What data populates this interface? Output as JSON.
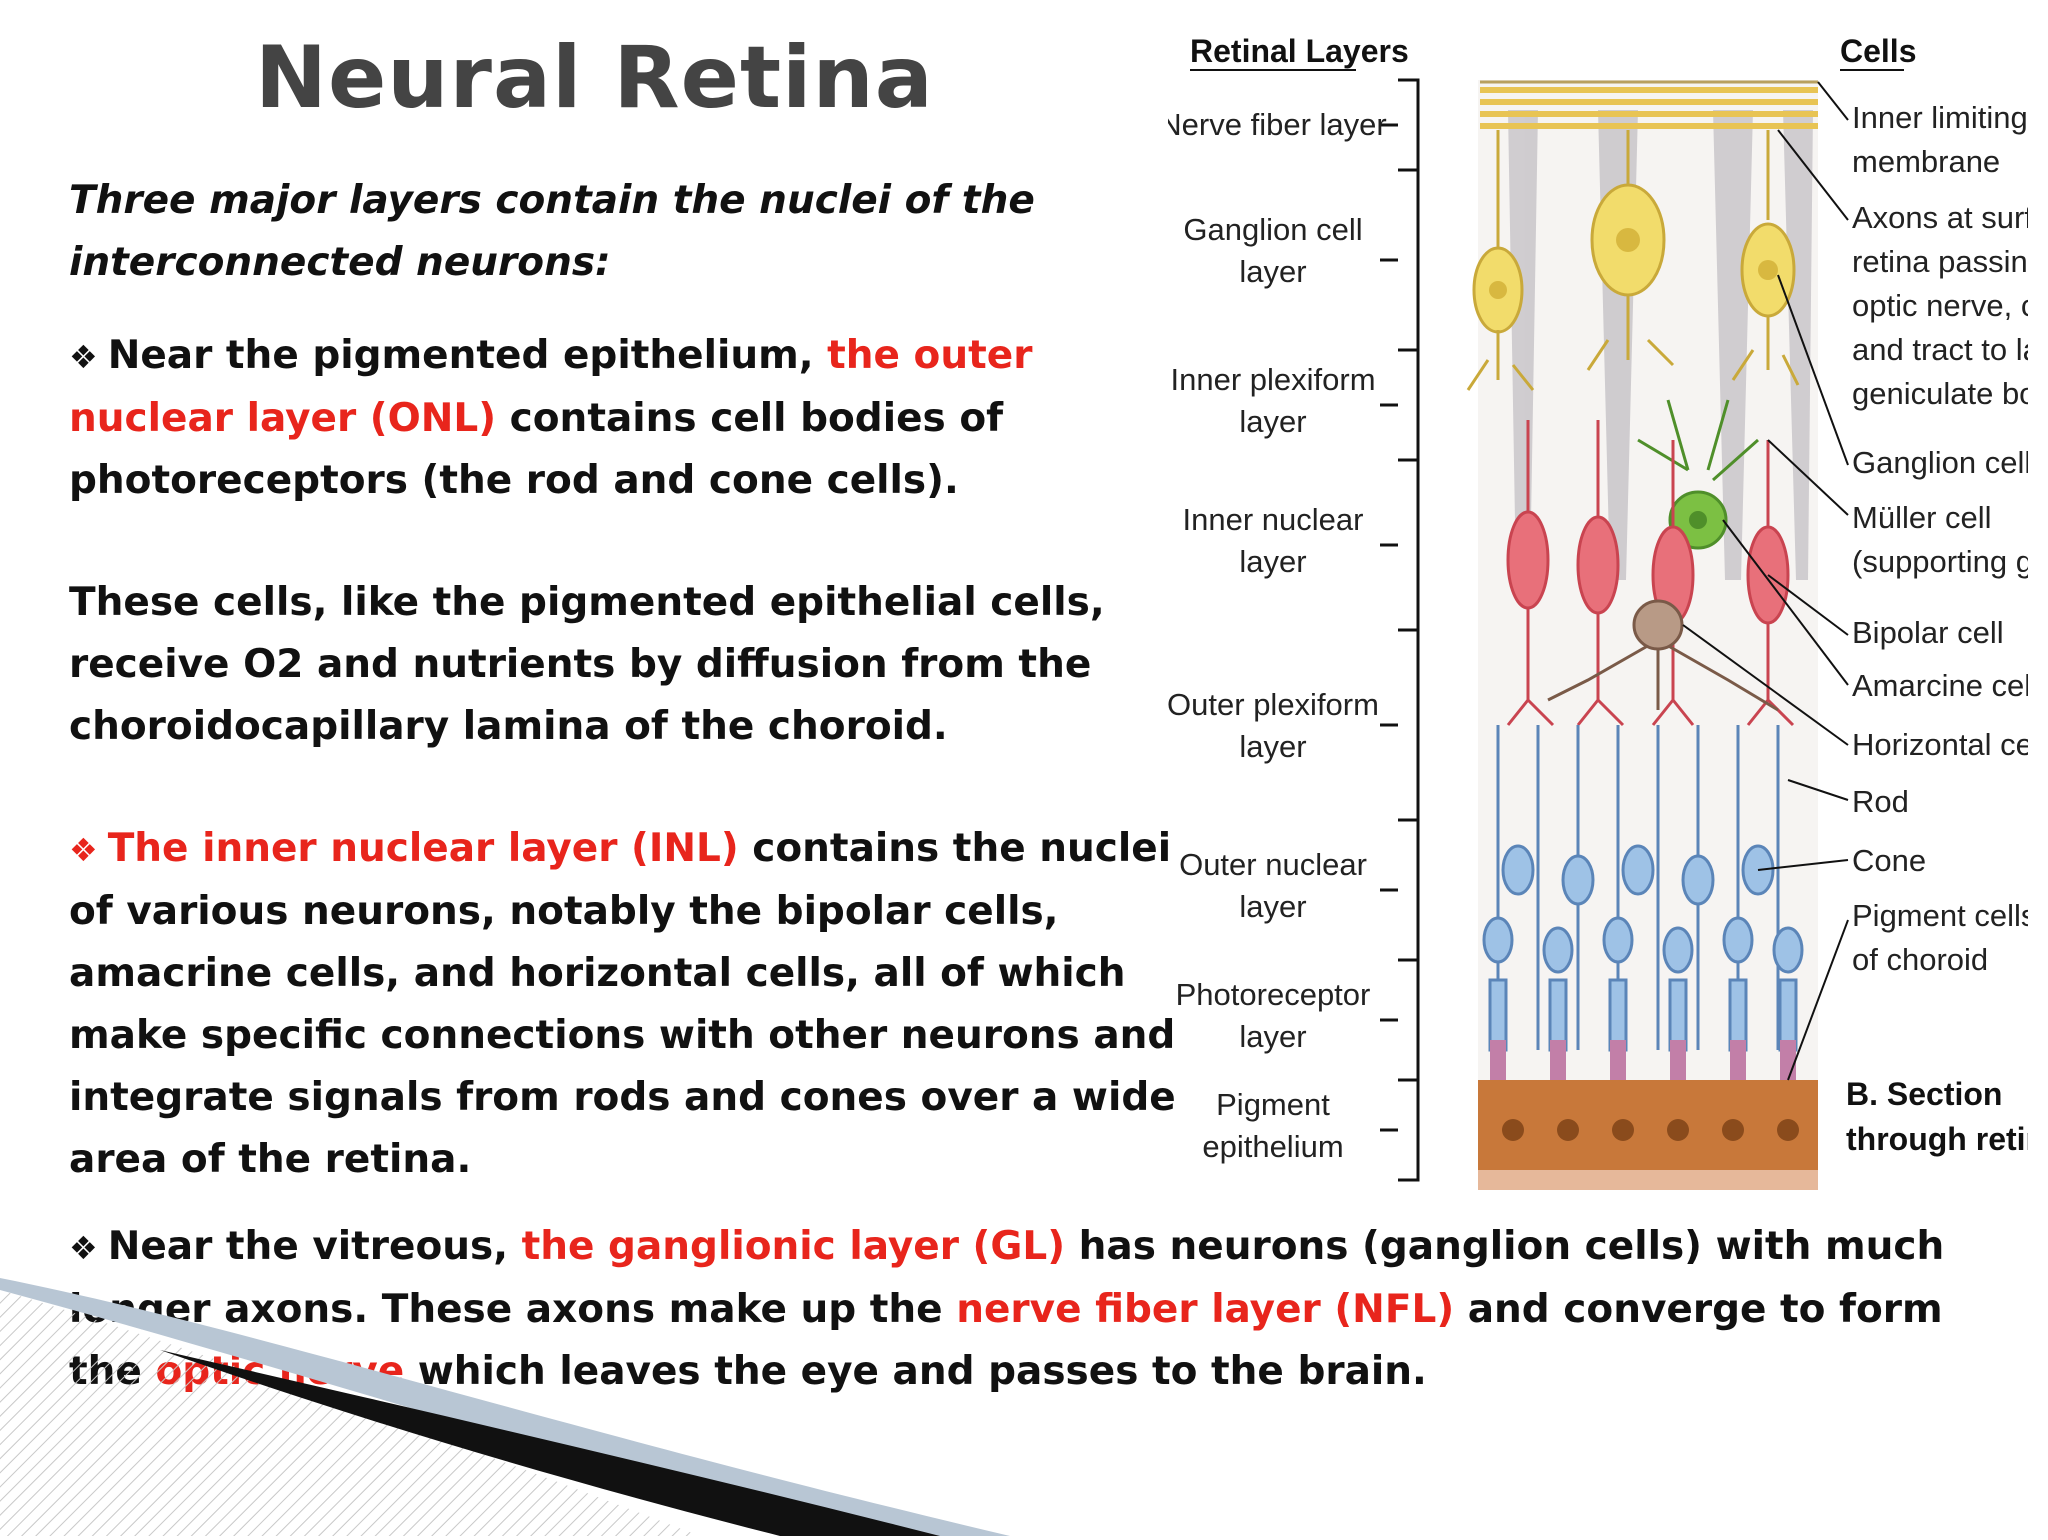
{
  "slide": {
    "title": "Neural Retina",
    "intro": "Three major layers contain the nuclei of the interconnected neurons:",
    "bullet_symbol": "❖",
    "p1": {
      "a": "Near the pigmented epithelium, ",
      "b": "the outer nuclear layer (ONL)",
      "c": " contains cell bodies of photoreceptors (the rod and cone cells)."
    },
    "p2": "These cells, like the pigmented epithelial cells, receive O2 and nutrients by diffusion from the choroidocapillary lamina of the choroid.",
    "p3": {
      "b": "The inner nuclear layer (INL)",
      "c": " contains the nuclei of various neurons, notably the bipolar cells, amacrine cells, and horizontal cells, all of which make specific connections with other neurons and integrate signals from rods and cones over a wide area of the retina."
    },
    "p4": {
      "a": "Near the vitreous, ",
      "b": "the ganglionic layer (GL)",
      "c": " has neurons (ganglion cells) with much longer axons. These axons make up the ",
      "d": "nerve fiber layer (NFL)",
      "e": " and converge to form the ",
      "f": "optic nerve",
      "g": " which leaves the eye and passes to the brain."
    }
  },
  "figure": {
    "left_heading": "Retinal Layers",
    "right_heading": "Cells",
    "layers": [
      [
        "Nerve fiber layer"
      ],
      [
        "Ganglion cell",
        "layer"
      ],
      [
        "Inner plexiform",
        "layer"
      ],
      [
        "Inner nuclear",
        "layer"
      ],
      [
        "Outer plexiform",
        "layer"
      ],
      [
        "Outer nuclear",
        "layer"
      ],
      [
        "Photoreceptor",
        "layer"
      ],
      [
        "Pigment",
        "epithelium"
      ]
    ],
    "cells": [
      [
        "Inner limiting",
        "membrane"
      ],
      [
        "Axons at surface of",
        "retina passing via",
        "optic nerve, chiasm",
        "and tract to lateral",
        "geniculate body"
      ],
      [
        "Ganglion cell"
      ],
      [
        "Müller cell",
        "(supporting glial cell)"
      ],
      [
        "Bipolar cell"
      ],
      [
        "Amarcine cell"
      ],
      [
        "Horizontal cell"
      ],
      [
        "Rod"
      ],
      [
        "Cone"
      ],
      [
        "Pigment cells",
        "of choroid"
      ]
    ],
    "caption": [
      "B. Section",
      "through retina"
    ]
  },
  "colors": {
    "red": "#e8251c",
    "title_gray": "#444444",
    "ganglion_yellow": "#f2dc6b",
    "bipolar_red": "#e8707a",
    "amacrine_green": "#7cc043",
    "horizontal_brown": "#b89a86",
    "photoreceptor_blue": "#9ec2e6",
    "pigment_brown": "#c8783a"
  }
}
